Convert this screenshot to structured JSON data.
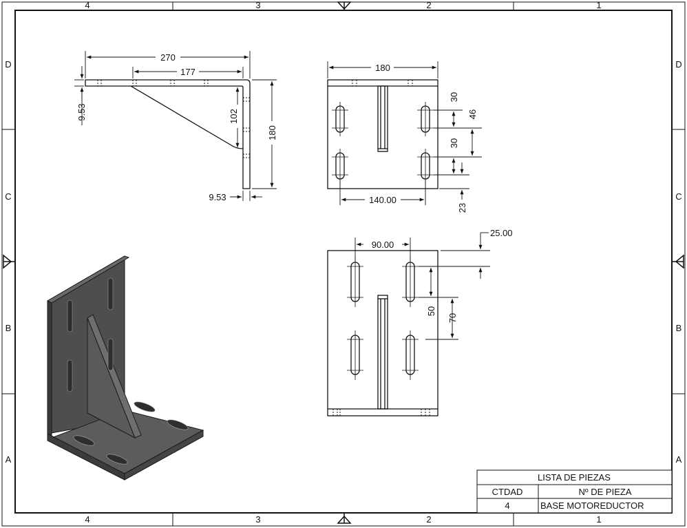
{
  "sheet": {
    "zones_top": [
      "4",
      "3",
      "2",
      "1"
    ],
    "zones_bottom": [
      "4",
      "3",
      "2",
      "1"
    ],
    "zones_left": [
      "D",
      "C",
      "B",
      "A"
    ],
    "zones_right": [
      "D",
      "C",
      "B",
      "A"
    ]
  },
  "side_view": {
    "dim_overall_width": "270",
    "dim_gusset_length": "177",
    "dim_flange_thickness": "9.53",
    "dim_gusset_height": "102",
    "dim_overall_height": "180",
    "dim_plate_thickness": "9.53"
  },
  "front_view": {
    "dim_width": "180",
    "dim_slot_spacing": "140.00",
    "dim_slot_length_top": "30",
    "dim_slot_length_bottom": "30",
    "dim_slot_pitch": "46",
    "dim_bottom_offset": "23"
  },
  "top_view": {
    "dim_slot_spacing": "90.00",
    "dim_top_offset": "25.00",
    "dim_slot_length": "50",
    "dim_slot_pitch": "70"
  },
  "parts_list": {
    "title": "LISTA DE PIEZAS",
    "col_qty": "CTDAD",
    "col_part": "Nº DE PIEZA",
    "rows": [
      {
        "qty": "4",
        "part": "BASE MOTOREDUCTOR"
      }
    ]
  },
  "colors": {
    "line": "#111111",
    "iso_dark": "#4a4a4a",
    "iso_mid": "#5e5e5e",
    "iso_light": "#7a7a7a"
  }
}
